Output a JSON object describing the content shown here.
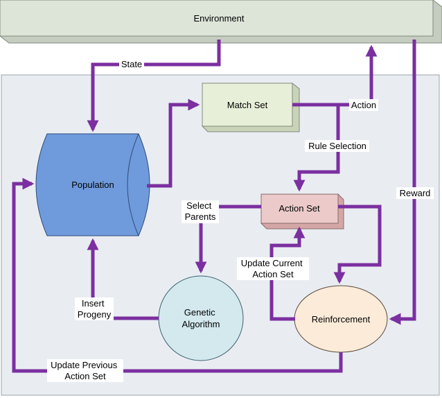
{
  "diagram": {
    "nodes": {
      "environment": "Environment",
      "match_set": "Match Set",
      "population": "Population",
      "action_set": "Action Set",
      "genetic_algorithm": [
        "Genetic",
        "Algorithm"
      ],
      "reinforcement": "Reinforcement"
    },
    "edge_labels": {
      "state": "State",
      "action": "Action",
      "rule_selection": "Rule Selection",
      "reward": "Reward",
      "select_parents": [
        "Select",
        "Parents"
      ],
      "update_current": [
        "Update Current",
        "Action Set"
      ],
      "insert_progeny": [
        "Insert",
        "Progeny"
      ],
      "update_previous": [
        "Update Previous",
        "Action Set"
      ]
    }
  },
  "colors": {
    "connector": "#7b2fa0",
    "environment_fill": "#dde5d8",
    "match_set_fill": "#e8efd8",
    "population_fill": "#6f9bdc",
    "action_set_fill": "#eccaca",
    "genetic_algorithm_fill": "#d3e9ee",
    "reinforcement_fill": "#fcebd9",
    "panel_fill": "#e9edf2"
  }
}
